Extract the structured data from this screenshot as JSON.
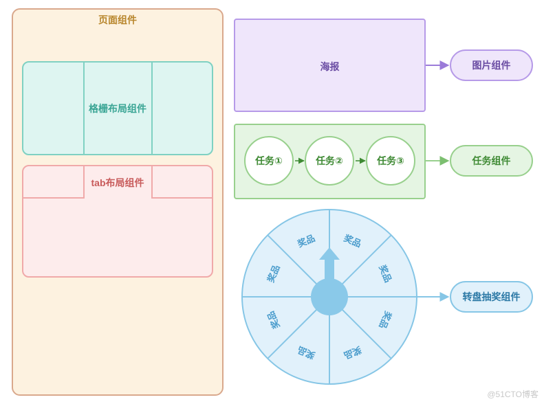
{
  "page_component": {
    "title": "页面组件"
  },
  "grid_layout": {
    "label": "格栅布局组件"
  },
  "tab_layout": {
    "label": "tab布局组件"
  },
  "poster": {
    "label": "海报"
  },
  "tasks": [
    {
      "label": "任务①"
    },
    {
      "label": "任务②"
    },
    {
      "label": "任务③"
    }
  ],
  "wheel": {
    "segment_label": "奖品"
  },
  "right_components": {
    "image": "图片组件",
    "task": "任务组件",
    "wheel": "转盘抽奖组件"
  },
  "watermark": "@51CTO博客",
  "colors": {
    "page_fill": "#fdf2e0",
    "page_border": "#d9a88c",
    "grid_fill": "#def5f1",
    "grid_border": "#7fd1c2",
    "tab_fill": "#fdecec",
    "tab_border": "#f0a9a9",
    "poster_fill": "#efe6fb",
    "poster_border": "#b69ae8",
    "task_fill": "#e5f5e3",
    "task_border": "#98d08d",
    "wheel_fill": "#e1f1fb",
    "wheel_border": "#86c6e6",
    "wheel_hub": "#8ac9e9"
  }
}
